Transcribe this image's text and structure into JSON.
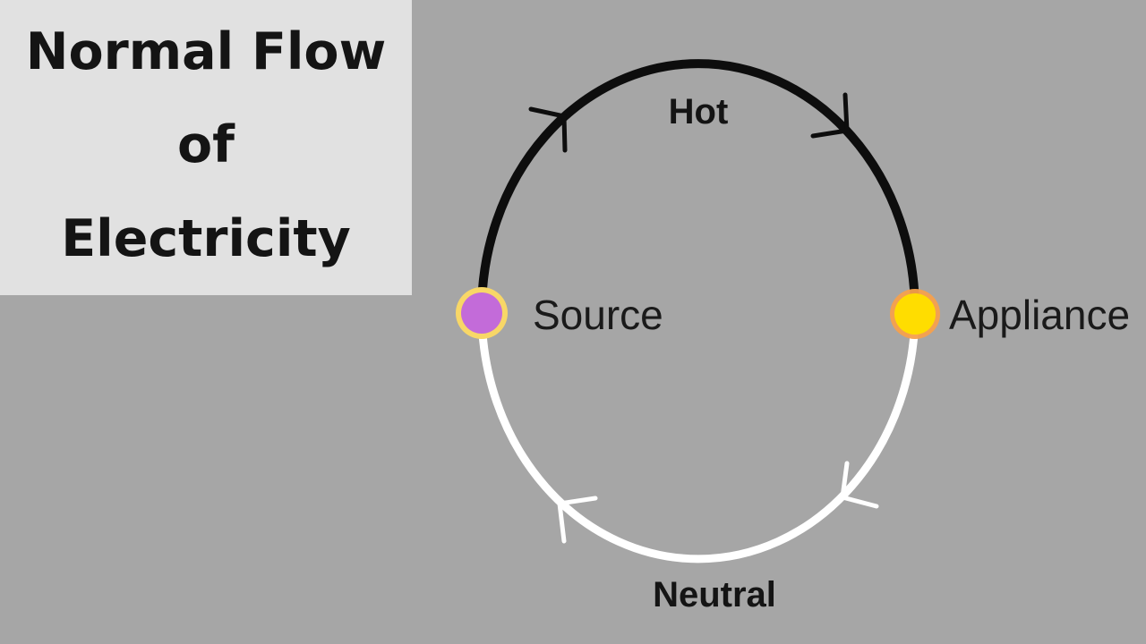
{
  "title": {
    "line1": "Normal Flow",
    "line2": "of",
    "line3": "Electricity"
  },
  "diagram": {
    "hot_label": "Hot",
    "neutral_label": "Neutral",
    "source_label": "Source",
    "appliance_label": "Appliance",
    "flow_direction": "clockwise",
    "colors": {
      "background": "#a6a6a6",
      "title_box": "#e1e1e1",
      "hot_wire": "#0d0d0d",
      "neutral_wire": "#ffffff",
      "source_fill": "#c36bd9",
      "source_ring": "#f8d767",
      "appliance_fill": "#ffdd00",
      "appliance_ring": "#f5a04c",
      "label_text": "#141414"
    }
  }
}
